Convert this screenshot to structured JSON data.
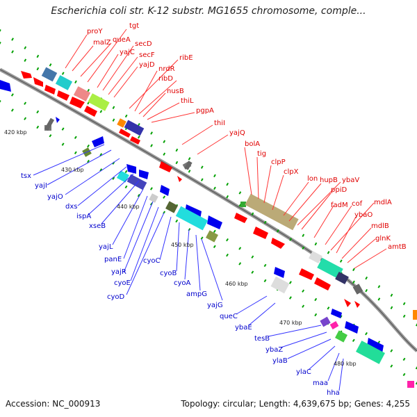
{
  "title": "Escherichia coli str. K-12 substr. MG1655 chromosome, comple...",
  "footer": {
    "accession": "Accession: NC_000913",
    "topology": "Topology: circular; Length: 4,639,675 bp; Genes: 4,255"
  },
  "kbp_marks": [
    "420 kbp",
    "430 kbp",
    "440 kbp",
    "450 kbp",
    "460 kbp",
    "470 kbp",
    "480 kbp"
  ],
  "red_labels": [
    "proY",
    "malZ",
    "queA",
    "tgt",
    "yajC",
    "secD",
    "secF",
    "yajD",
    "ribE",
    "nrdR",
    "ribD",
    "nusB",
    "thiL",
    "pgpA",
    "thiI",
    "yajQ",
    "bolA",
    "tig",
    "clpP",
    "clpX",
    "lon",
    "hupB",
    "ybaV",
    "ppiD",
    "fadM",
    "cof",
    "mdlA",
    "ybaO",
    "mdlB",
    "glnK",
    "amtB"
  ],
  "blue_labels": [
    "tsx",
    "yajI",
    "yajO",
    "dxs",
    "ispA",
    "xseB",
    "yajL",
    "panE",
    "yajR",
    "cyoE",
    "cyoD",
    "cyoC",
    "cyoB",
    "cyoA",
    "ampG",
    "yajG",
    "queC",
    "ybaE",
    "tesB",
    "ybaZ",
    "ylaB",
    "ylaC",
    "maa",
    "hha"
  ],
  "colors": {
    "forward": "#ff0000",
    "reverse": "#0000ff",
    "backbone": "#888888",
    "tick": "#008000"
  }
}
